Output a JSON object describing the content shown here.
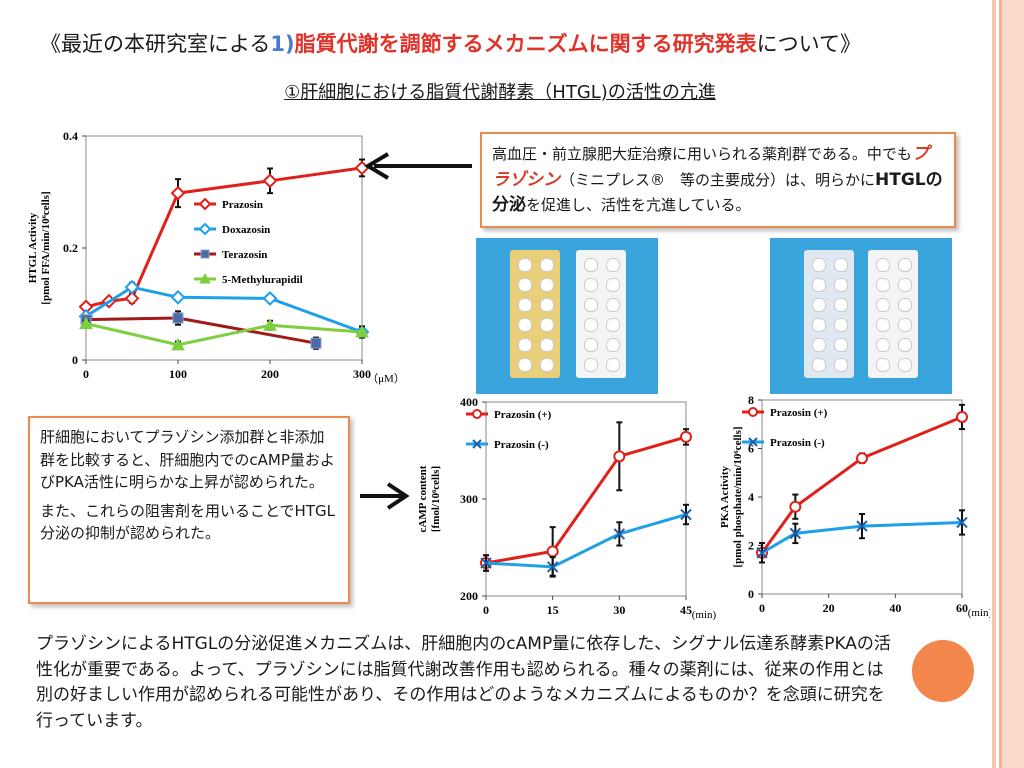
{
  "header": {
    "prefix": "《最近の本研究室による",
    "num": "1)",
    "highlight": "脂質代謝を調節するメカニズムに関する研究発表",
    "suffix": "について》"
  },
  "subtitle": "①肝細胞における脂質代謝酵素（HTGL)の活性の亢進",
  "colors": {
    "red": "#e0201b",
    "blue": "#1ea0e8",
    "navy": "#4b6aa8",
    "darkred": "#a01a1a",
    "green": "#7dcf3f",
    "orange": "#ed8a4f"
  },
  "box1": {
    "t1": "高血圧・前立腺肥大症治療に用いられる薬剤群である。中でも",
    "t2": "プラゾシン",
    "t3": "（ミニプレス®　等の主要成分）は、明らかに",
    "t4": "HTGLの分泌",
    "t5": "を促進し、活性を亢進している。"
  },
  "box2": {
    "p1": "肝細胞においてプラゾシン添加群と非添加群を比較すると、肝細胞内でのcAMP量およびPKA活性に明らかな上昇が認められた。",
    "p2": "また、これらの阻害剤を用いることでHTGL分泌の抑制が認められた。"
  },
  "bottom_text": "プラゾシンによるHTGLの分泌促進メカニズムは、肝細胞内のcAMP量に依存した、シグナル伝達系酵素PKAの活性化が重要である。よって、プラゾシンには脂質代謝改善作用も認められる。種々の薬剤には、従来の作用とは別の好ましい作用が認められる可能性があり、その作用はどのようなメカニズムによるものか？を念頭に研究を行っています。",
  "chart_data": [
    {
      "type": "line",
      "ylabel": [
        "HTGL Activity",
        "[pmol FFA/min/10⁶cells]"
      ],
      "x_unit": "（μM）",
      "xlim": [
        0,
        300
      ],
      "ylim": [
        0,
        0.4
      ],
      "xticks": [
        "0",
        "100",
        "200",
        "300"
      ],
      "yticks": [
        "0",
        "0.2",
        "0.4"
      ],
      "series": [
        {
          "name": "Prazosin",
          "color": "#e0201b",
          "marker": "diamond",
          "fill": "#fff",
          "x": [
            0,
            25,
            50,
            100,
            200,
            300
          ],
          "y": [
            0.095,
            0.105,
            0.11,
            0.298,
            0.32,
            0.343
          ],
          "err": [
            0.006,
            0.006,
            0.008,
            0.025,
            0.022,
            0.015
          ]
        },
        {
          "name": "Doxazosin",
          "color": "#1ea0e8",
          "marker": "diamond",
          "fill": "#fff",
          "x": [
            0,
            50,
            100,
            200,
            300
          ],
          "y": [
            0.078,
            0.13,
            0.112,
            0.11,
            0.05
          ],
          "err": [
            0.006,
            0.008,
            0.006,
            0.006,
            0.006
          ]
        },
        {
          "name": "Terazosin",
          "color": "#a01a1a",
          "marker": "square",
          "fill": "#4b6aa8",
          "x": [
            0,
            100,
            250
          ],
          "y": [
            0.072,
            0.075,
            0.03
          ],
          "err": [
            0.005,
            0.012,
            0.01
          ]
        },
        {
          "name": "5-Methylurapidil",
          "color": "#7dcf3f",
          "marker": "triangle",
          "fill": "#7dcf3f",
          "x": [
            0,
            100,
            200,
            300
          ],
          "y": [
            0.065,
            0.027,
            0.062,
            0.05
          ],
          "err": [
            0.005,
            0.006,
            0.008,
            0.01
          ]
        }
      ]
    },
    {
      "type": "line",
      "ylabel": [
        "cAMP content",
        "[fmol/10⁶cells]"
      ],
      "x_unit": "(min)",
      "xlim": [
        0,
        45
      ],
      "ylim": [
        200,
        400
      ],
      "xticks": [
        "0",
        "15",
        "30",
        "45"
      ],
      "yticks": [
        "200",
        "300",
        "400"
      ],
      "series": [
        {
          "name": "Prazosin (+)",
          "color": "#e0201b",
          "marker": "circle",
          "x": [
            0,
            15,
            30,
            45
          ],
          "y": [
            234,
            246,
            344,
            364
          ],
          "err": [
            8,
            25,
            35,
            8
          ]
        },
        {
          "name": "Prazosin (-)",
          "color": "#1ea0e8",
          "marker": "x",
          "x": [
            0,
            15,
            30,
            45
          ],
          "y": [
            234,
            230,
            264,
            284
          ],
          "err": [
            8,
            10,
            12,
            10
          ]
        }
      ]
    },
    {
      "type": "line",
      "ylabel": [
        "PKA Activity",
        "[pmol phosphate/min/10⁶cells]"
      ],
      "x_unit": "(min)",
      "xlim": [
        0,
        60
      ],
      "ylim": [
        0,
        8
      ],
      "xticks": [
        "0",
        "20",
        "40",
        "60"
      ],
      "yticks": [
        "0",
        "2",
        "4",
        "6",
        "8"
      ],
      "series": [
        {
          "name": "Prazosin (+)",
          "color": "#e0201b",
          "marker": "circle",
          "x": [
            0,
            10,
            30,
            60
          ],
          "y": [
            1.7,
            3.6,
            5.6,
            7.3
          ],
          "err": [
            0.4,
            0.5,
            0.2,
            0.5
          ]
        },
        {
          "name": "Prazosin (-)",
          "color": "#1ea0e8",
          "marker": "x",
          "x": [
            0,
            10,
            30,
            60
          ],
          "y": [
            1.7,
            2.5,
            2.8,
            2.95
          ],
          "err": [
            0.4,
            0.4,
            0.5,
            0.5
          ]
        }
      ]
    }
  ]
}
